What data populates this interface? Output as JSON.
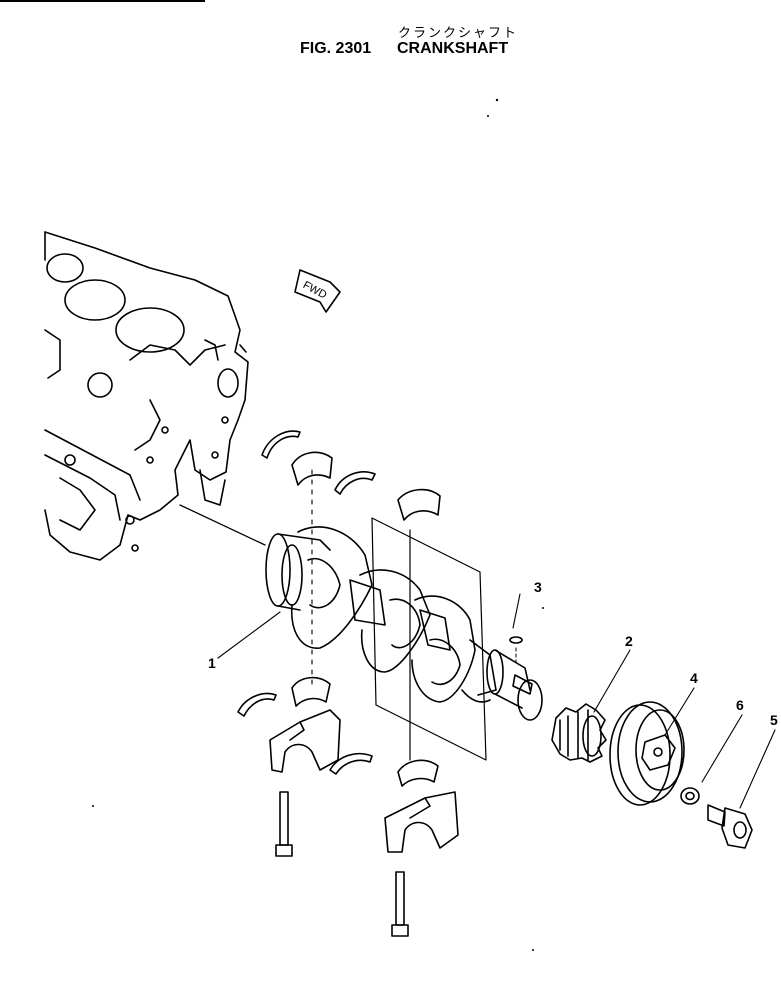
{
  "figure": {
    "title_jp": "クランクシャフト",
    "fig_number": "FIG. 2301",
    "title_en": "CRANKSHAFT"
  },
  "direction_label": "FWD",
  "callouts": [
    "1",
    "2",
    "3",
    "4",
    "5",
    "6"
  ]
}
